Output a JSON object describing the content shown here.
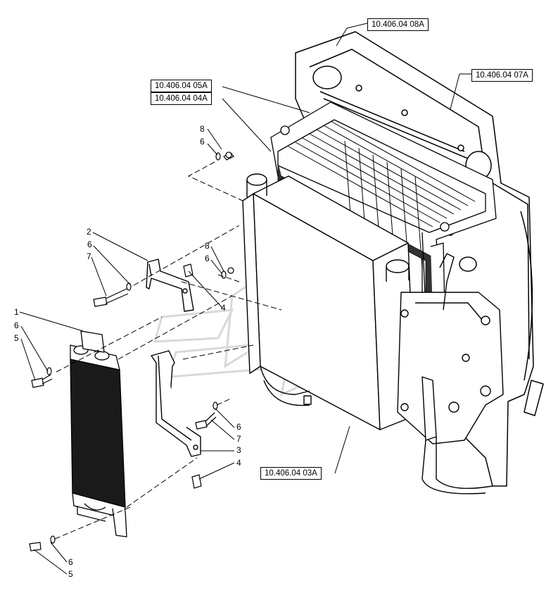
{
  "references": {
    "r08A": "10.406.04 08A",
    "r07A": "10.406.04 07A",
    "r05A": "10.406.04 05A",
    "r04A": "10.406.04 04A",
    "r03A": "10.406.04 03A"
  },
  "callouts": {
    "c8a": "8",
    "c6a": "6",
    "c2": "2",
    "c6b": "6",
    "c7a": "7",
    "c8b": "8",
    "c6c": "6",
    "c4a": "4",
    "c1": "1",
    "c6d": "6",
    "c5a": "5",
    "c6e": "6",
    "c7b": "7",
    "c3": "3",
    "c4b": "4",
    "c6f": "6",
    "c5b": "5"
  },
  "colors": {
    "line": "#000000",
    "watermark": "#d9d9d9",
    "fill": "#ffffff"
  }
}
